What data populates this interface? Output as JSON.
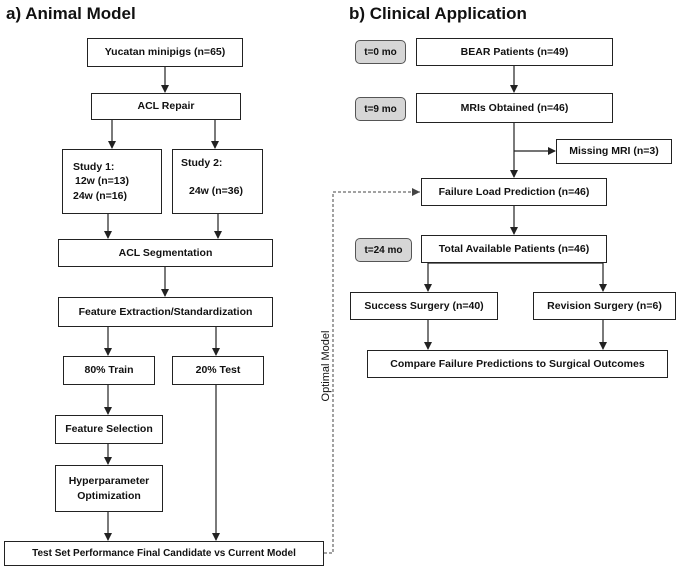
{
  "panel_a": {
    "title": "a) Animal Model",
    "yucatan": "Yucatan minipigs (n=65)",
    "acl_repair": "ACL Repair",
    "study1": {
      "heading": "Study 1:",
      "line1": "12w (n=13)",
      "line2": "24w (n=16)"
    },
    "study2": {
      "heading": "Study 2:",
      "line1": "24w (n=36)"
    },
    "acl_segmentation": "ACL Segmentation",
    "feature_extraction": "Feature Extraction/Standardization",
    "train": "80% Train",
    "test": "20% Test",
    "feature_selection": "Feature Selection",
    "hyperparameter": {
      "line1": "Hyperparameter",
      "line2": "Optimization"
    },
    "final_test": "Test Set Performance Final Candidate vs Current Model",
    "optimal_model_label": "Optimal Model"
  },
  "panel_b": {
    "title": "b) Clinical Application",
    "time_labels": [
      "t=0 mo",
      "t=9 mo",
      "t=24 mo"
    ],
    "bear_patients": "BEAR Patients (n=49)",
    "mris_obtained": "MRIs Obtained (n=46)",
    "missing_mri": "Missing MRI (n=3)",
    "failure_prediction": "Failure Load Prediction (n=46)",
    "total_available": "Total Available Patients (n=46)",
    "success_surgery": "Success Surgery (n=40)",
    "revision_surgery": "Revision Surgery (n=6)",
    "compare": "Compare Failure Predictions to Surgical Outcomes"
  },
  "colors": {
    "line": "#222222",
    "time_fill": "#d6d6d6",
    "dashed": "#444444"
  }
}
